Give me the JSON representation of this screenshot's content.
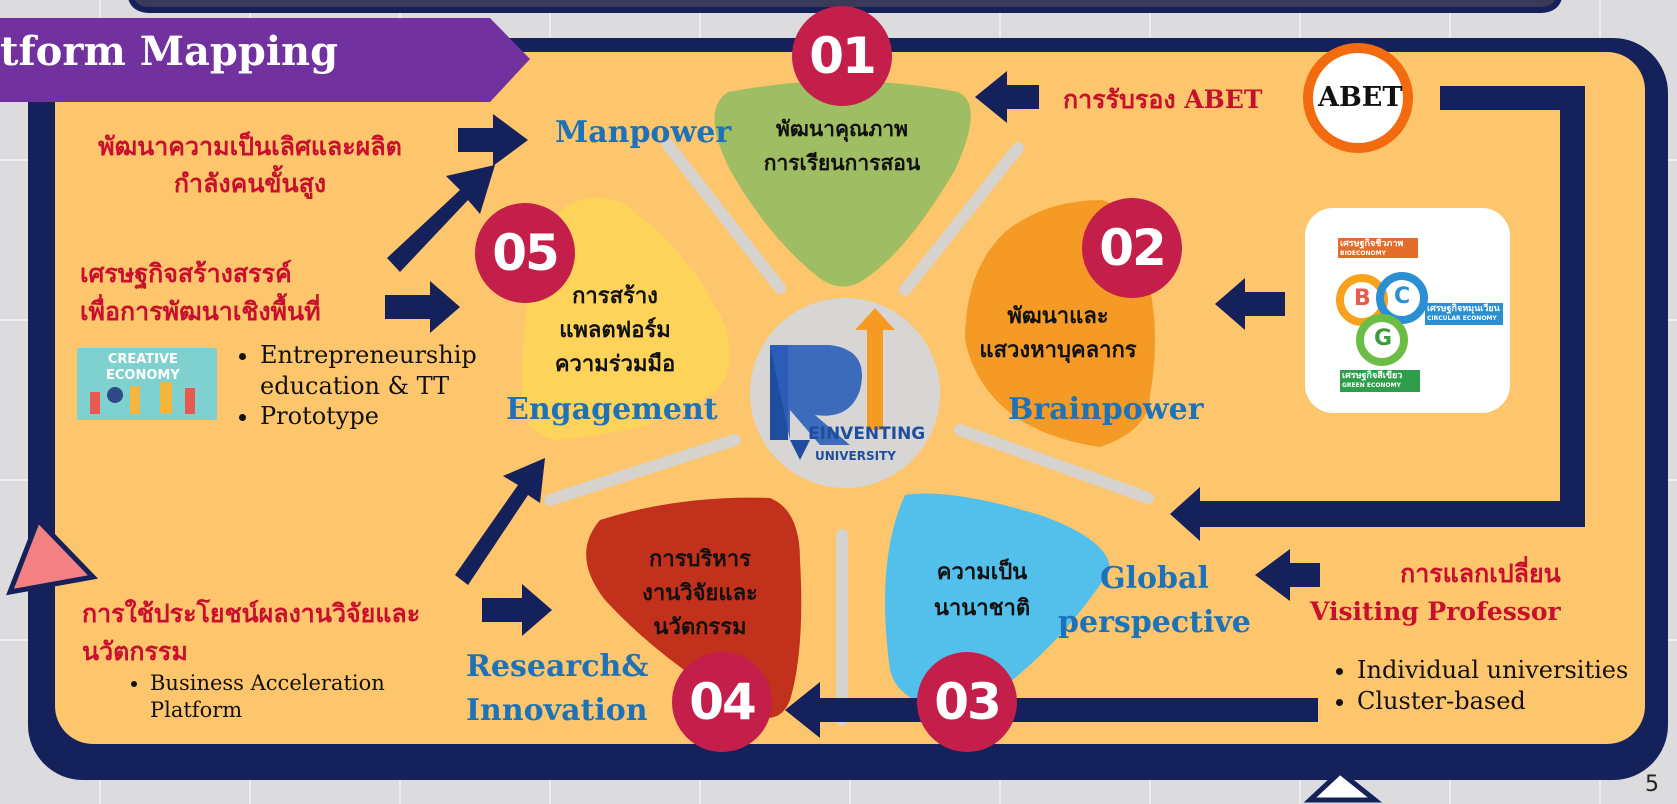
{
  "title": "tform Mapping",
  "page_number": "5",
  "center_logo": {
    "line1": "EINVENTING",
    "line2": "UNIVERSITY"
  },
  "petals": [
    {
      "number": "01",
      "thai": [
        "พัฒนาคุณภาพ",
        "การเรียนการสอน"
      ],
      "english": "Manpower"
    },
    {
      "number": "02",
      "thai": [
        "พัฒนาและ",
        "แสวงหาบุคลากร"
      ],
      "english": "Brainpower"
    },
    {
      "number": "03",
      "thai": [
        "ความเป็น",
        "นานาชาติ"
      ],
      "english": [
        "Global",
        "perspective"
      ]
    },
    {
      "number": "04",
      "thai": [
        "การบริหาร",
        "งานวิจัยและ",
        "นวัตกรรม"
      ],
      "english": [
        "Research&",
        "Innovation"
      ]
    },
    {
      "number": "05",
      "thai": [
        "การสร้าง",
        "แพลตฟอร์ม",
        "ความร่วมมือ"
      ],
      "english": "Engagement"
    }
  ],
  "left": {
    "excellence": [
      "พัฒนาความเป็นเลิศและผลิต",
      "กำลังคนขั้นสูง"
    ],
    "creative": [
      "เศรษฐกิจสร้างสรรค์",
      "เพื่อการพัฒนาเชิงพื้นที่"
    ],
    "creative_image": [
      "CREATIVE",
      "ECONOMY"
    ],
    "creative_bullets": [
      "Entrepreneurship",
      "education & TT",
      "Prototype"
    ],
    "research": [
      "การใช้ประโยชน์ผลงานวิจัยและ",
      "นวัตกรรม"
    ],
    "research_bullets": [
      "Business Acceleration",
      "Platform"
    ]
  },
  "right": {
    "abet_label": "การรับรอง ABET",
    "abet_logo": "ABET",
    "bcg": {
      "bio": "เศรษฐกิจชีวภาพ",
      "bio_en": "BIOECONOMY",
      "circular": "เศรษฐกิจหมุนเวียน",
      "circular_en": "CIRCULAR ECONOMY",
      "green": "เศรษฐกิจสีเขียว",
      "green_en": "GREEN ECONOMY",
      "letters": [
        "B",
        "C",
        "G"
      ]
    },
    "exchange": [
      "การแลกเปลี่ยน",
      "Visiting Professor"
    ],
    "exchange_bullets": [
      "Individual universities",
      "Cluster-based"
    ]
  },
  "colors": {
    "navy": "#14215a",
    "panel": "#fdc56c",
    "banner": "#7132a0",
    "petal1": "#9fbd62",
    "petal2": "#f49a25",
    "petal3": "#53bfeb",
    "petal4": "#c1311b",
    "petal5": "#fdd35a",
    "number": "#c41e4a",
    "red_text": "#c8102e",
    "blue_text": "#1d72b8"
  }
}
